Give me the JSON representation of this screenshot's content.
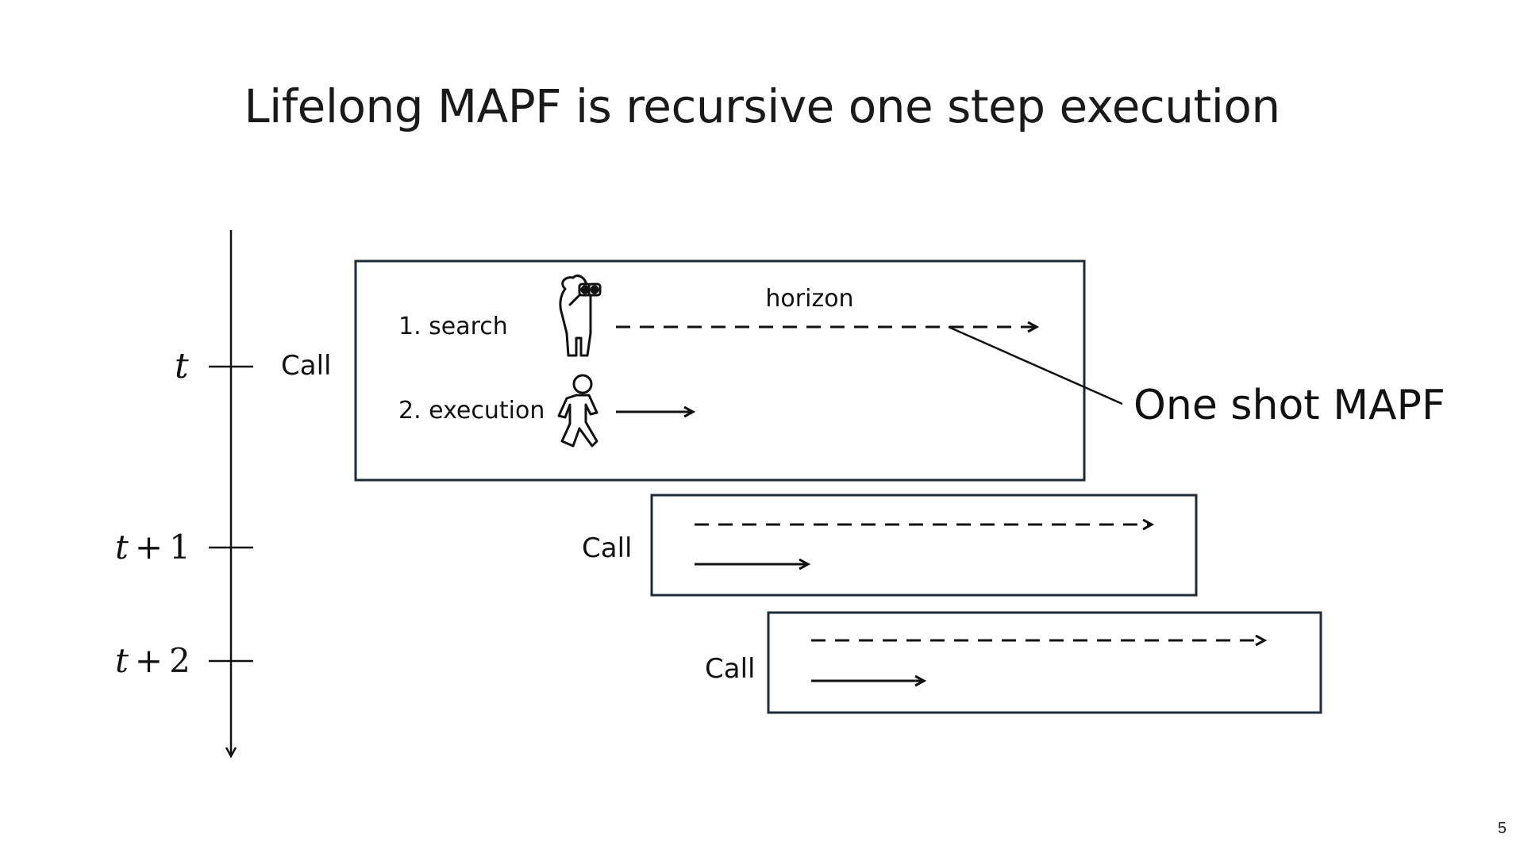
{
  "slide": {
    "title": "Lifelong MAPF is recursive one step execution",
    "page_number": "5"
  },
  "timeline": {
    "ticks": [
      {
        "var": "t",
        "op": "",
        "num": ""
      },
      {
        "var": "t",
        "op": "+",
        "num": "1"
      },
      {
        "var": "t",
        "op": "+",
        "num": "2"
      }
    ]
  },
  "calls": [
    {
      "label": "Call",
      "steps": [
        {
          "text": "1. search",
          "icon": "binoculars-person-icon"
        },
        {
          "text": "2. execution",
          "icon": "walking-person-icon"
        }
      ],
      "horizon_label": "horizon"
    },
    {
      "label": "Call"
    },
    {
      "label": "Call"
    }
  ],
  "annotation": {
    "text": "One shot MAPF"
  },
  "colors": {
    "box_border": "#1d2b36",
    "ink": "#111111"
  }
}
